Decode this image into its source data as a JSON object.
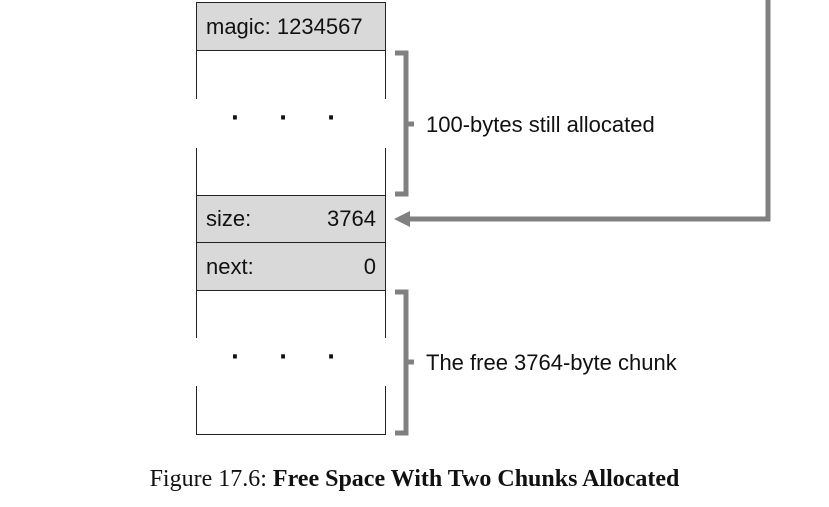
{
  "header_cell": {
    "label": "magic: 1234567"
  },
  "allocated_region": {
    "ellipsis": "· · ·",
    "annotation": "100-bytes still allocated"
  },
  "size_cell": {
    "label": "size:",
    "value": "3764"
  },
  "next_cell": {
    "label": "next:",
    "value": "0"
  },
  "free_region": {
    "ellipsis": "· · ·",
    "annotation": "The free 3764-byte chunk"
  },
  "caption": {
    "prefix": "Figure 17.6: ",
    "title": "Free Space With Two Chunks Allocated"
  },
  "colors": {
    "cell_fill": "#d9d9d9",
    "bracket": "#808080",
    "line": "#222222"
  }
}
